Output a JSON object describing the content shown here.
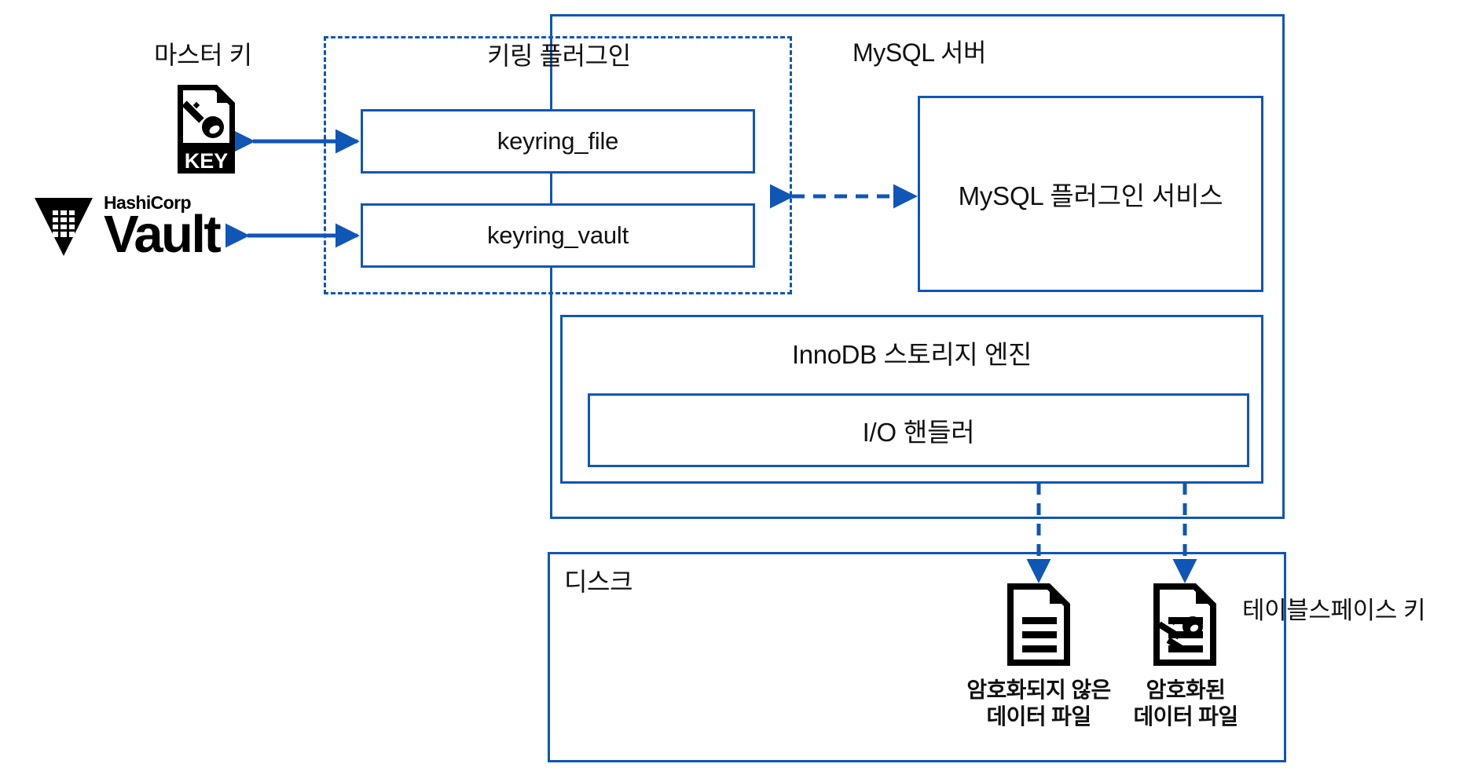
{
  "diagram": {
    "title": "MySQL Keyring / Transparent Data Encryption architecture",
    "accent_color": "#1056b5",
    "text_color": "#111111"
  },
  "labels": {
    "master_key": "마스터 키",
    "keyring_plugin": "키링 플러그인",
    "mysql_server": "MySQL 서버",
    "disk": "디스크",
    "tablespace_key": "테이블스페이스 키"
  },
  "boxes": {
    "keyring_file": "keyring_file",
    "keyring_vault": "keyring_vault",
    "mysql_plugin_service": "MySQL 플러그인 서비스",
    "innodb_storage_engine": "InnoDB 스토리지 엔진",
    "io_handler": "I/O 핸들러"
  },
  "icons": {
    "key_file": "key-file-icon",
    "key_file_text": "KEY",
    "vault_logo": "hashicorp-vault-logo",
    "vault_brand_top": "HashiCorp",
    "vault_brand_name": "Vault",
    "plain_data_file": "document-file-icon",
    "encrypted_data_file": "encrypted-document-file-icon"
  },
  "files": [
    {
      "name": "plain-data-file",
      "caption_line1": "암호화되지 않은",
      "caption_line2": "데이터 파일"
    },
    {
      "name": "encrypted-data-file",
      "caption_line1": "암호화된",
      "caption_line2": "데이터 파일"
    }
  ]
}
